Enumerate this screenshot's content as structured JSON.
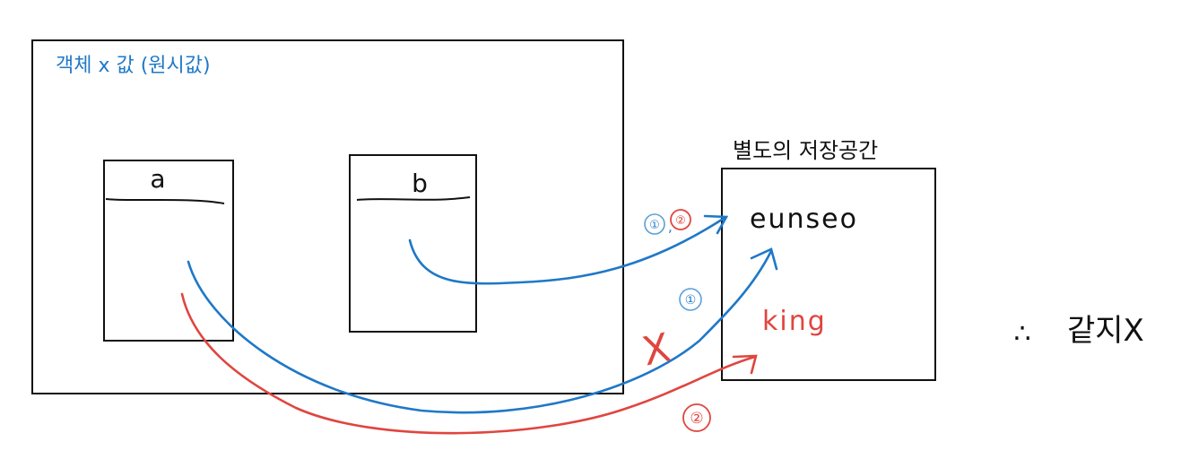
{
  "heap": {
    "title": "객체 x 값 (원시값)",
    "variables": [
      {
        "id": "a",
        "label": "a"
      },
      {
        "id": "b",
        "label": "b"
      }
    ]
  },
  "storage": {
    "title": "별도의 저장공간",
    "values": [
      {
        "id": "eunseo",
        "label": "eunseo",
        "color": "#111111"
      },
      {
        "id": "king",
        "label": "king",
        "color": "#e0453f"
      }
    ]
  },
  "arrows": {
    "b_to_eunseo_label_blue": "①",
    "b_to_eunseo_label_comma": ",",
    "b_to_eunseo_label_red": "②",
    "a_to_eunseo_label": "①",
    "a_to_king_label": "②",
    "crossed_mark": "X"
  },
  "conclusion": {
    "therefore_symbol": "∴",
    "text": "같지X"
  },
  "colors": {
    "black": "#111111",
    "blue": "#1f78c8",
    "blue_light": "#5b9fd8",
    "red": "#e0453f"
  },
  "icons": {
    "arrow_head": "arrow-head-icon",
    "circled_number": "circled-number-icon"
  }
}
